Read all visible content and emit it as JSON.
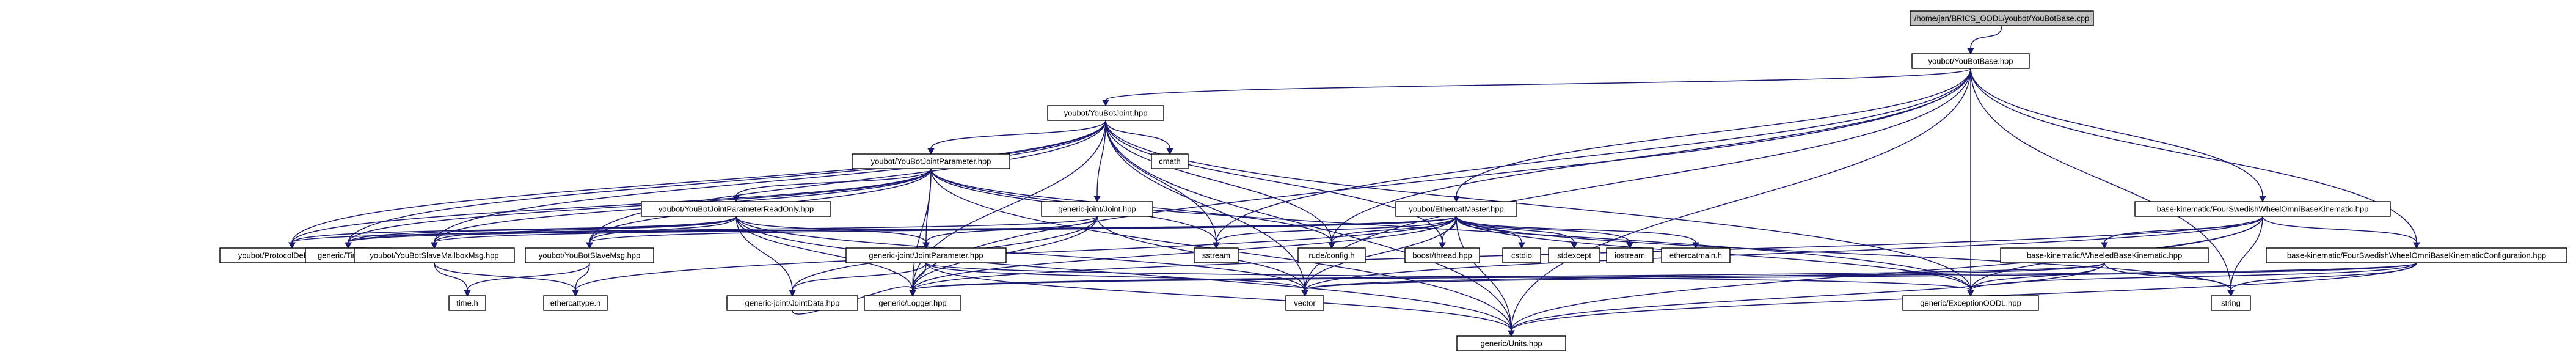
{
  "colors": {
    "edge": "#191970",
    "root_fill": "#bfbfbf",
    "node_fill": "#ffffff",
    "node_border": "#000000",
    "leaf_border": "#d3d3d3"
  },
  "nodes": {
    "root": {
      "label": "/home/jan/BRICS_OODL/youbot/YouBotBase.cpp",
      "kind": "root"
    },
    "youbotbase": {
      "label": "youbot/YouBotBase.hpp",
      "kind": "normal"
    },
    "youbotjoint": {
      "label": "youbot/YouBotJoint.hpp",
      "kind": "normal"
    },
    "jointparam": {
      "label": "youbot/YouBotJointParameter.hpp",
      "kind": "normal"
    },
    "paramreadonly": {
      "label": "youbot/YouBotJointParameterReadOnly.hpp",
      "kind": "normal"
    },
    "genjoint": {
      "label": "generic-joint/Joint.hpp",
      "kind": "normal"
    },
    "ethercat": {
      "label": "youbot/EthercatMaster.hpp",
      "kind": "normal"
    },
    "fourswedish": {
      "label": "base-kinematic/FourSwedishWheelOmniBaseKinematic.hpp",
      "kind": "normal"
    },
    "fourconfig": {
      "label": "base-kinematic/FourSwedishWheelOmniBaseKinematicConfiguration.hpp",
      "kind": "normal"
    },
    "wheeled": {
      "label": "base-kinematic/WheeledBaseKinematic.hpp",
      "kind": "normal"
    },
    "protocol": {
      "label": "youbot/ProtocolDefinitions.hpp",
      "kind": "normal"
    },
    "gentime": {
      "label": "generic/Time.hpp",
      "kind": "normal"
    },
    "mailbox": {
      "label": "youbot/YouBotSlaveMailboxMsg.hpp",
      "kind": "normal"
    },
    "slavemsg": {
      "label": "youbot/YouBotSlaveMsg.hpp",
      "kind": "normal"
    },
    "jointparamgen": {
      "label": "generic-joint/JointParameter.hpp",
      "kind": "normal"
    },
    "jointdata": {
      "label": "generic-joint/JointData.hpp",
      "kind": "normal"
    },
    "logger": {
      "label": "generic/Logger.hpp",
      "kind": "normal"
    },
    "exception": {
      "label": "generic/ExceptionOODL.hpp",
      "kind": "normal"
    },
    "units": {
      "label": "generic/Units.hpp",
      "kind": "normal"
    },
    "cmath": {
      "label": "cmath",
      "kind": "leaf"
    },
    "sstream": {
      "label": "sstream",
      "kind": "leaf"
    },
    "rudeconfig": {
      "label": "rude/config.h",
      "kind": "leaf"
    },
    "boostthread": {
      "label": "boost/thread.hpp",
      "kind": "leaf"
    },
    "cstdio": {
      "label": "cstdio",
      "kind": "leaf"
    },
    "stdexcept": {
      "label": "stdexcept",
      "kind": "leaf"
    },
    "iostream": {
      "label": "iostream",
      "kind": "leaf"
    },
    "ethercatmain": {
      "label": "ethercatmain.h",
      "kind": "leaf"
    },
    "timeh": {
      "label": "time.h",
      "kind": "leaf"
    },
    "ethercattype": {
      "label": "ethercattype.h",
      "kind": "leaf"
    },
    "vector": {
      "label": "vector",
      "kind": "leaf"
    },
    "string": {
      "label": "string",
      "kind": "leaf"
    }
  },
  "edges": [
    [
      "root",
      "youbotbase"
    ],
    [
      "youbotbase",
      "youbotjoint"
    ],
    [
      "youbotbase",
      "ethercat"
    ],
    [
      "youbotbase",
      "fourswedish"
    ],
    [
      "youbotbase",
      "fourconfig"
    ],
    [
      "youbotbase",
      "sstream"
    ],
    [
      "youbotbase",
      "rudeconfig"
    ],
    [
      "youbotbase",
      "vector"
    ],
    [
      "youbotbase",
      "logger"
    ],
    [
      "youbotbase",
      "exception"
    ],
    [
      "youbotbase",
      "string"
    ],
    [
      "youbotbase",
      "units"
    ],
    [
      "youbotjoint",
      "jointparam"
    ],
    [
      "youbotjoint",
      "genjoint"
    ],
    [
      "youbotjoint",
      "cmath"
    ],
    [
      "youbotjoint",
      "sstream"
    ],
    [
      "youbotjoint",
      "rudeconfig"
    ],
    [
      "youbotjoint",
      "boostthread"
    ],
    [
      "youbotjoint",
      "protocol"
    ],
    [
      "youbotjoint",
      "gentime"
    ],
    [
      "youbotjoint",
      "mailbox"
    ],
    [
      "youbotjoint",
      "slavemsg"
    ],
    [
      "youbotjoint",
      "vector"
    ],
    [
      "youbotjoint",
      "exception"
    ],
    [
      "youbotjoint",
      "units"
    ],
    [
      "youbotjoint",
      "logger"
    ],
    [
      "jointparam",
      "paramreadonly"
    ],
    [
      "jointparam",
      "jointparamgen"
    ],
    [
      "jointparam",
      "protocol"
    ],
    [
      "jointparam",
      "gentime"
    ],
    [
      "jointparam",
      "mailbox"
    ],
    [
      "jointparam",
      "slavemsg"
    ],
    [
      "jointparam",
      "sstream"
    ],
    [
      "jointparam",
      "rudeconfig"
    ],
    [
      "jointparam",
      "exception"
    ],
    [
      "jointparam",
      "logger"
    ],
    [
      "jointparam",
      "units"
    ],
    [
      "paramreadonly",
      "protocol"
    ],
    [
      "paramreadonly",
      "gentime"
    ],
    [
      "paramreadonly",
      "mailbox"
    ],
    [
      "paramreadonly",
      "slavemsg"
    ],
    [
      "paramreadonly",
      "jointparamgen"
    ],
    [
      "paramreadonly",
      "jointdata"
    ],
    [
      "paramreadonly",
      "logger"
    ],
    [
      "paramreadonly",
      "units"
    ],
    [
      "paramreadonly",
      "vector"
    ],
    [
      "genjoint",
      "jointparamgen"
    ],
    [
      "genjoint",
      "jointdata"
    ],
    [
      "genjoint",
      "gentime"
    ],
    [
      "genjoint",
      "vector"
    ],
    [
      "genjoint",
      "logger"
    ],
    [
      "ethercat",
      "gentime"
    ],
    [
      "ethercat",
      "mailbox"
    ],
    [
      "ethercat",
      "slavemsg"
    ],
    [
      "ethercat",
      "sstream"
    ],
    [
      "ethercat",
      "rudeconfig"
    ],
    [
      "ethercat",
      "boostthread"
    ],
    [
      "ethercat",
      "cstdio"
    ],
    [
      "ethercat",
      "stdexcept"
    ],
    [
      "ethercat",
      "iostream"
    ],
    [
      "ethercat",
      "ethercatmain"
    ],
    [
      "ethercat",
      "vector"
    ],
    [
      "ethercat",
      "string"
    ],
    [
      "ethercat",
      "logger"
    ],
    [
      "ethercat",
      "exception"
    ],
    [
      "ethercat",
      "units"
    ],
    [
      "ethercat",
      "protocol"
    ],
    [
      "ethercat",
      "ethercattype"
    ],
    [
      "fourswedish",
      "wheeled"
    ],
    [
      "fourswedish",
      "fourconfig"
    ],
    [
      "fourswedish",
      "vector"
    ],
    [
      "fourswedish",
      "logger"
    ],
    [
      "fourswedish",
      "exception"
    ],
    [
      "fourswedish",
      "string"
    ],
    [
      "fourswedish",
      "units"
    ],
    [
      "wheeled",
      "vector"
    ],
    [
      "wheeled",
      "logger"
    ],
    [
      "wheeled",
      "exception"
    ],
    [
      "wheeled",
      "string"
    ],
    [
      "wheeled",
      "units"
    ],
    [
      "fourconfig",
      "vector"
    ],
    [
      "fourconfig",
      "logger"
    ],
    [
      "fourconfig",
      "exception"
    ],
    [
      "fourconfig",
      "string"
    ],
    [
      "fourconfig",
      "units"
    ],
    [
      "mailbox",
      "timeh"
    ],
    [
      "mailbox",
      "ethercattype"
    ],
    [
      "slavemsg",
      "timeh"
    ],
    [
      "slavemsg",
      "ethercattype"
    ],
    [
      "jointparamgen",
      "jointdata"
    ],
    [
      "jointparamgen",
      "logger"
    ],
    [
      "jointparamgen",
      "units"
    ],
    [
      "jointparamgen",
      "vector"
    ],
    [
      "jointparamgen",
      "exception"
    ],
    [
      "jointdata",
      "logger"
    ]
  ]
}
